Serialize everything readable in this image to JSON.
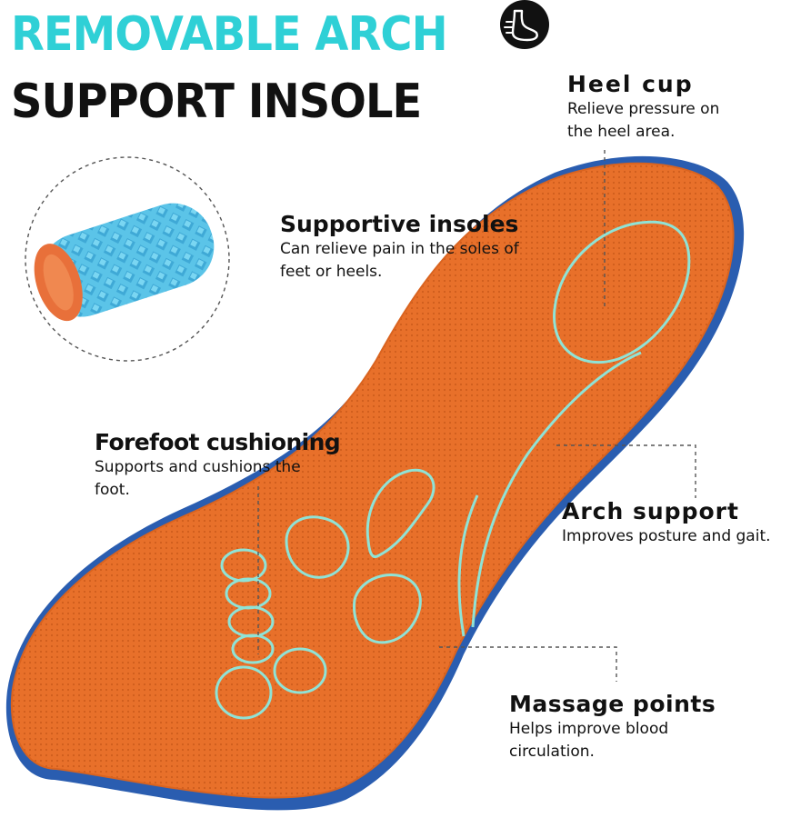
{
  "headline": {
    "line1": "REMOVABLE ARCH",
    "line2": "SUPPORT INSOLE"
  },
  "brand_icon": "foot-logo-icon",
  "callouts": {
    "heel_cup": {
      "title": "Heel cup",
      "desc": "Relieve pressure on the heel area."
    },
    "supportive_insoles": {
      "title": "Supportive insoles",
      "desc": "Can relieve pain in the soles of feet or heels."
    },
    "forefoot_cushioning": {
      "title": "Forefoot cushioning",
      "desc": "Supports and cushions the foot."
    },
    "arch_support": {
      "title": "Arch support",
      "desc": "Improves posture and gait."
    },
    "massage_points": {
      "title": "Massage points",
      "desc": "Helps improve blood circulation."
    }
  },
  "colors": {
    "accent": "#2fd0d6",
    "insole_orange": "#e8702a",
    "insole_outline": "#8fe3d6",
    "insole_base_blue": "#2a5db0",
    "foam_blue": "#5bc4e8"
  }
}
